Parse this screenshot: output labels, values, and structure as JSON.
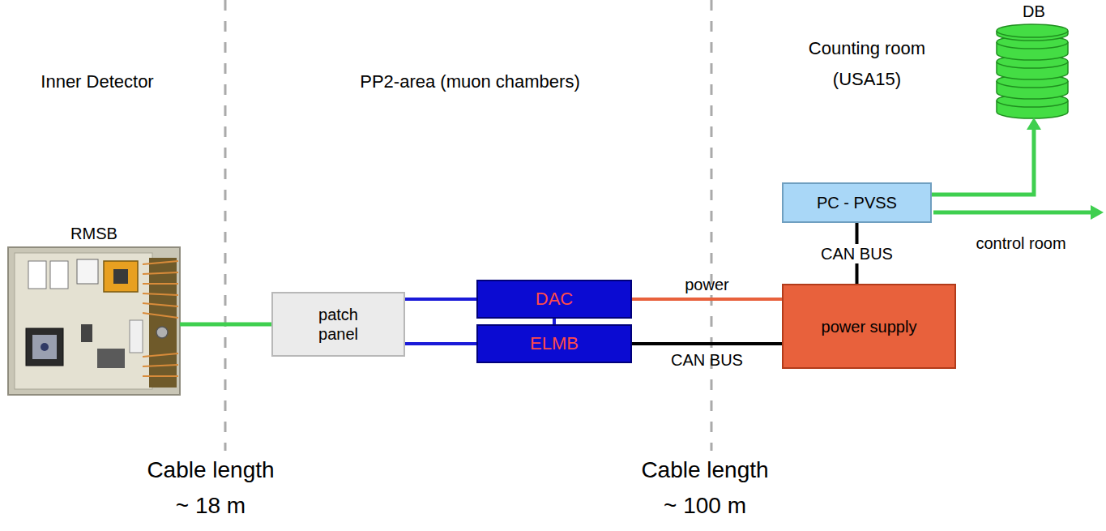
{
  "diagram": {
    "nodes": [
      {
        "text": [
          "RMSB"
        ]
      },
      {
        "text": [
          "patch panel"
        ]
      },
      {
        "text": [
          "DAC"
        ]
      },
      {
        "text": [
          "ELMB"
        ]
      },
      {
        "text": [
          "DB"
        ]
      },
      {
        "text": [
          "PC - PVSS"
        ]
      },
      {
        "text": [
          "power supply"
        ]
      }
    ],
    "edges": [
      {
        "from": 0,
        "to": 1,
        "arrow": "none"
      },
      {
        "from": 1,
        "to": 2,
        "arrow": "none"
      },
      {
        "from": 1,
        "to": 3,
        "arrow": "none"
      },
      {
        "from": 2,
        "to": 3,
        "arrow": "none"
      },
      {
        "from": 2,
        "to": 6,
        "label": "power",
        "arrow": "none"
      },
      {
        "from": 3,
        "to": 6,
        "label": "CAN BUS",
        "arrow": "none"
      },
      {
        "from": 5,
        "to": 6,
        "label": "CAN BUS",
        "arrow": "none"
      },
      {
        "from": 5,
        "to": 4,
        "arrow": "to"
      }
    ],
    "labels": [
      "Inner Detector",
      "PP2-area (muon chambers)",
      "Counting room (USA15)",
      "control room",
      "Cable length ~ 18 m",
      "Cable length ~ 100 m"
    ]
  }
}
